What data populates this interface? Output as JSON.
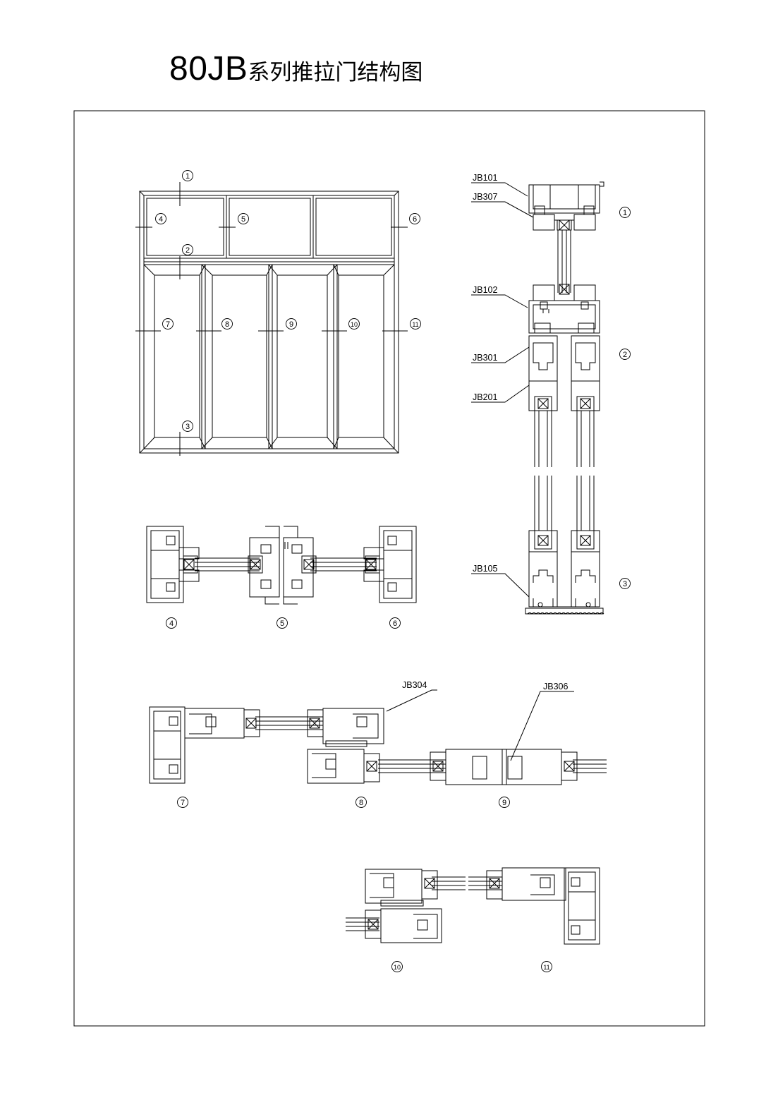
{
  "title": {
    "code": "80JB",
    "text": "系列推拉门结构图"
  },
  "markers": [
    "1",
    "2",
    "3",
    "4",
    "5",
    "6",
    "7",
    "8",
    "9",
    "10",
    "11"
  ],
  "profile_labels": {
    "jb101": "JB101",
    "jb307": "JB307",
    "jb102": "JB102",
    "jb301": "JB301",
    "jb201": "JB201",
    "jb105": "JB105",
    "jb304": "JB304",
    "jb306": "JB306"
  },
  "colors": {
    "line": "#000000",
    "background": "#ffffff"
  }
}
